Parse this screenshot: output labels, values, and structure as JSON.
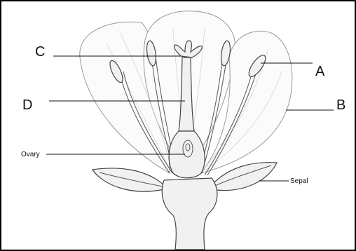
{
  "labels": {
    "a": "A",
    "b": "B",
    "c": "C",
    "d": "D",
    "ovary": "Ovary",
    "sepal": "Sepal"
  }
}
